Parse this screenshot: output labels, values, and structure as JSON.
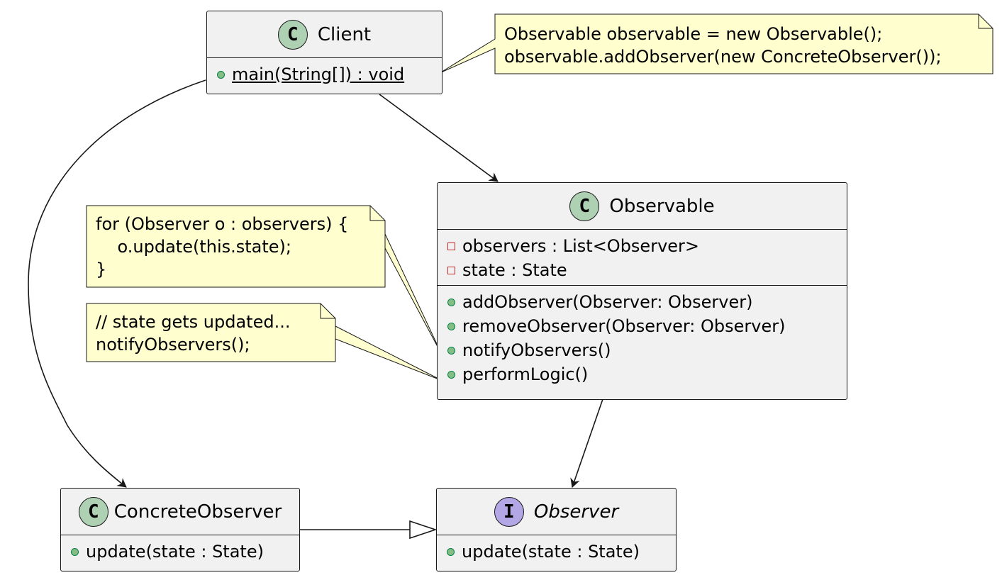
{
  "classes": {
    "client": {
      "stereotype": "C",
      "name": "Client",
      "methods": [
        "main(String[]) : void"
      ]
    },
    "observable": {
      "stereotype": "C",
      "name": "Observable",
      "fields": [
        "observers : List<Observer>",
        "state : State"
      ],
      "methods": [
        "addObserver(Observer: Observer)",
        "removeObserver(Observer: Observer)",
        "notifyObservers()",
        "performLogic()"
      ]
    },
    "concrete_observer": {
      "stereotype": "C",
      "name": "ConcreteObserver",
      "methods": [
        "update(state : State)"
      ]
    },
    "observer": {
      "stereotype": "I",
      "name": "Observer",
      "methods": [
        "update(state : State)"
      ]
    }
  },
  "notes": {
    "client_note": "Observable observable = new Observable();\nobservable.addObserver(new ConcreteObserver());",
    "notify_note": "for (Observer o : observers) {\n    o.update(this.state);\n}",
    "logic_note": "// state gets updated...\nnotifyObservers();"
  },
  "colors": {
    "class_fill": "#f1f1f1",
    "note_fill": "#fefece",
    "border": "#181818",
    "class_badge": "#add1b2",
    "interface_badge": "#b4a7e5",
    "public_marker": "#84be84",
    "private_marker": "#c82930"
  }
}
